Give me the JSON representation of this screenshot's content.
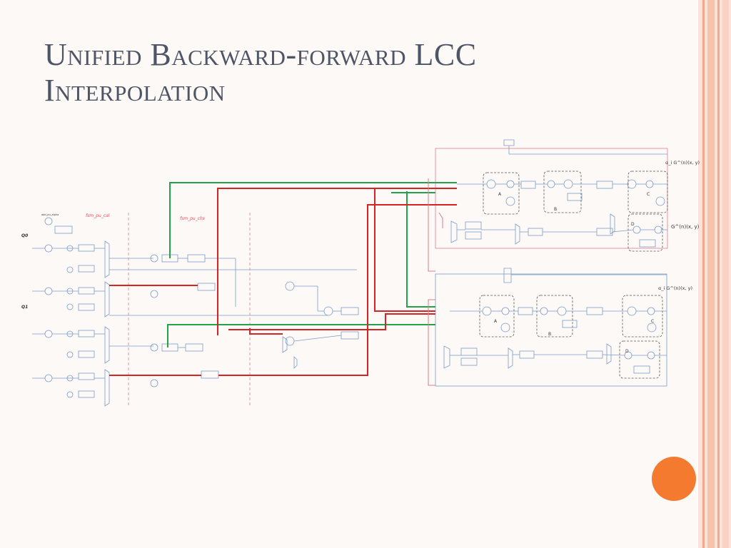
{
  "slide": {
    "title_line1": "Unified Backward-forward LCC",
    "title_line2": "Interpolation"
  },
  "diagram": {
    "left_labels": {
      "q0": "Q0",
      "q1": "Q1",
      "fsm_cal": "fsm_pu_cal",
      "fsm_chs": "fsm_pu_chs",
      "add_pu_alpha": "add_pu_alpha"
    },
    "right_top_labels": {
      "out": "α_i G^(n)(x, y)",
      "gout": "G^(n)(x, y)",
      "A": "A",
      "B": "B",
      "C": "C",
      "D": "D"
    },
    "right_bottom_labels": {
      "out": "α_i G^(n)(x, y)",
      "A": "A",
      "B": "B",
      "C": "C",
      "D": "D"
    }
  },
  "colors": {
    "red": "#d62424",
    "green": "#22a34a",
    "blue": "#7a9cc8",
    "pink": "#e07a8c",
    "accent": "#f47a2f",
    "title": "#4d5566"
  }
}
